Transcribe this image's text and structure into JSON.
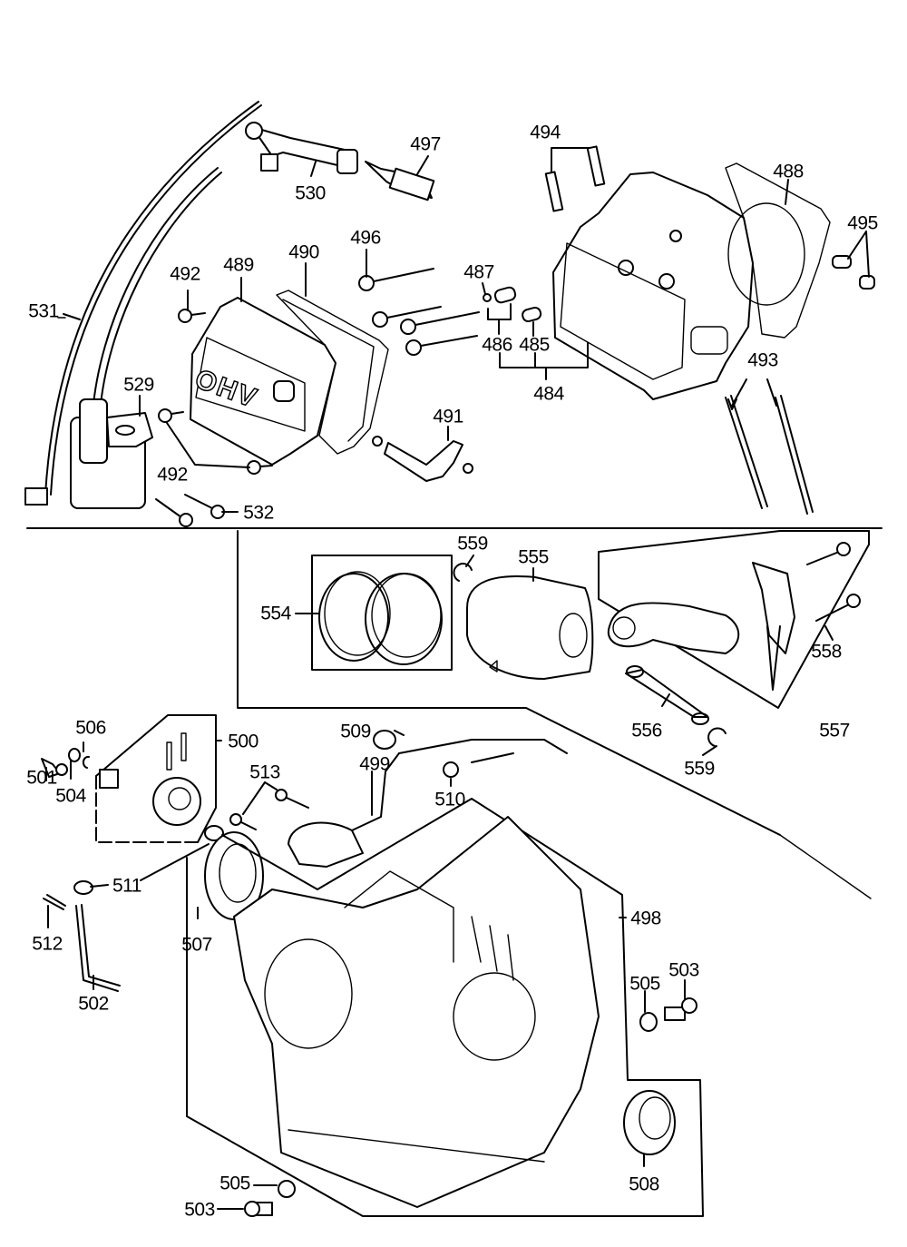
{
  "diagram": {
    "type": "exploded-parts-diagram",
    "subject": "engine cylinder head, crankcase and piston assembly",
    "cover_emboss_text": "OHV",
    "sections": [
      {
        "name": "cylinder-head-and-ignition",
        "parts": [
          "484",
          "485",
          "486",
          "487",
          "488",
          "489",
          "490",
          "491",
          "492",
          "493",
          "494",
          "495",
          "496",
          "497",
          "529",
          "530",
          "531",
          "532"
        ]
      },
      {
        "name": "piston-and-connecting-rod",
        "parts": [
          "554",
          "555",
          "556",
          "557",
          "558",
          "559"
        ]
      },
      {
        "name": "crankcase-and-governor",
        "parts": [
          "498",
          "499",
          "500",
          "501",
          "502",
          "503",
          "504",
          "505",
          "506",
          "507",
          "508",
          "509",
          "510",
          "511",
          "512",
          "513"
        ]
      }
    ]
  },
  "labels": {
    "l531": "531",
    "l530": "530",
    "l497": "497",
    "l494": "494",
    "l488": "488",
    "l495": "495",
    "l496": "496",
    "l490": "490",
    "l489": "489",
    "l492a": "492",
    "l487": "487",
    "l486": "486",
    "l485": "485",
    "l484": "484",
    "l493": "493",
    "l529": "529",
    "l491": "491",
    "l492b": "492",
    "l532": "532",
    "l559a": "559",
    "l555": "555",
    "l554": "554",
    "l558": "558",
    "l556": "556",
    "l559b": "559",
    "l557": "557",
    "l509": "509",
    "l506": "506",
    "l500": "500",
    "l501": "501",
    "l504": "504",
    "l499": "499",
    "l513": "513",
    "l510": "510",
    "l511": "511",
    "l512": "512",
    "l507": "507",
    "l498": "498",
    "l502": "502",
    "l505a": "505",
    "l503a": "503",
    "l508": "508",
    "l505b": "505",
    "l503b": "503"
  }
}
